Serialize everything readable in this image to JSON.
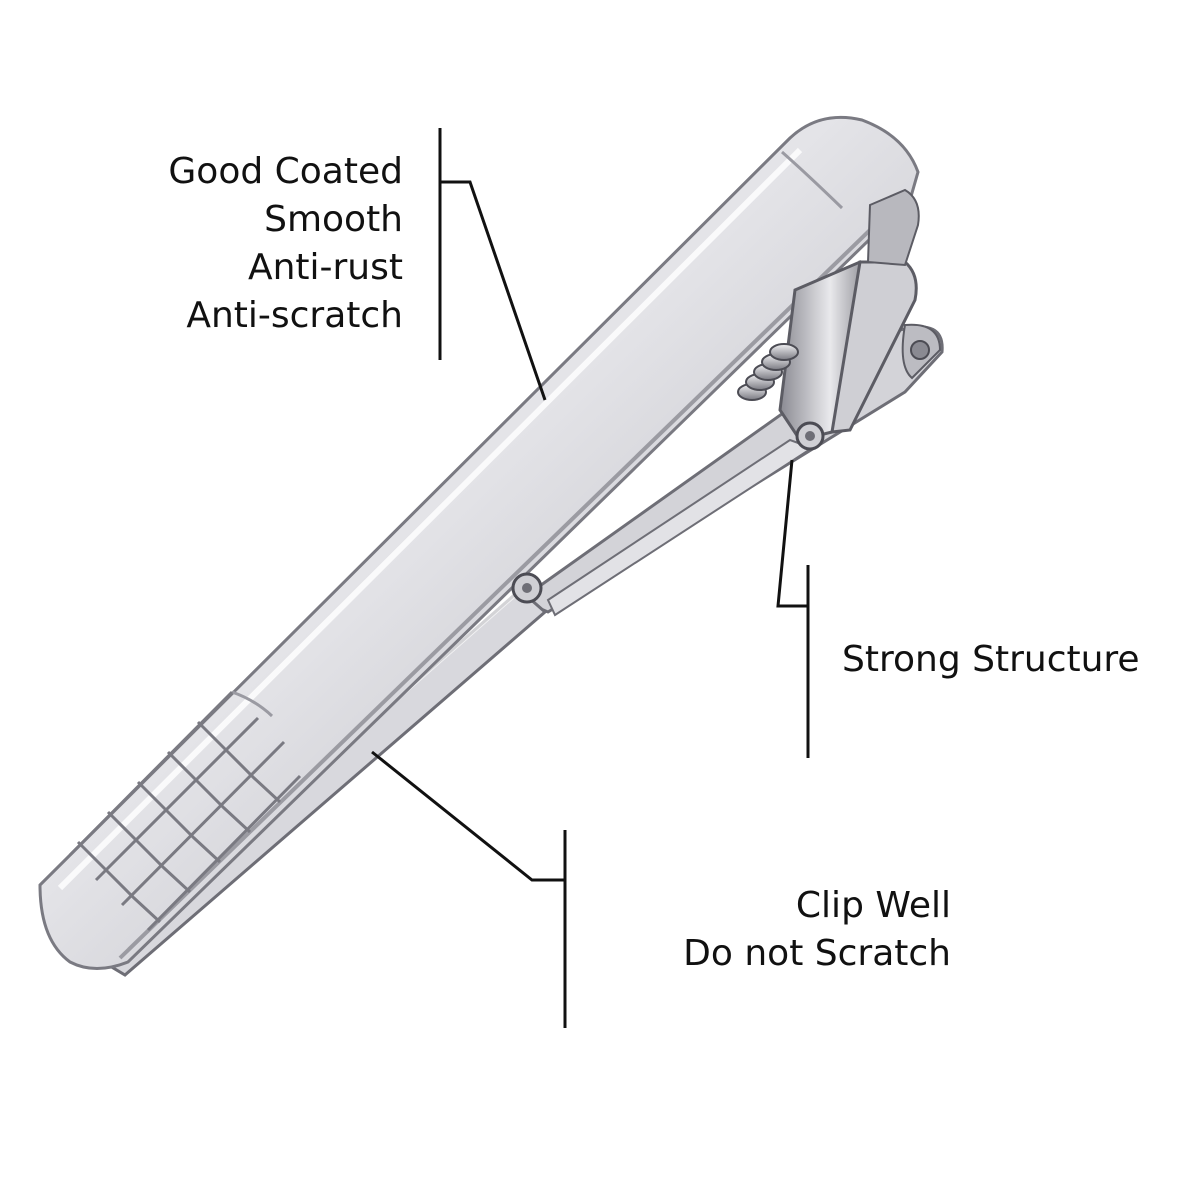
{
  "colors": {
    "background": "#ffffff",
    "text": "#111111",
    "leader_line": "#111111",
    "metal_light": "#f4f4f6",
    "metal_mid": "#c9c9cf",
    "metal_dark": "#6e6e76"
  },
  "product": {
    "icon": "tie-clip-illustration"
  },
  "callouts": {
    "coating": {
      "lines": [
        "Good Coated",
        "Smooth",
        "Anti-rust",
        "Anti-scratch"
      ]
    },
    "structure": {
      "lines": [
        "Strong Structure"
      ]
    },
    "clip": {
      "lines": [
        "Clip Well",
        "Do not Scratch"
      ]
    }
  }
}
